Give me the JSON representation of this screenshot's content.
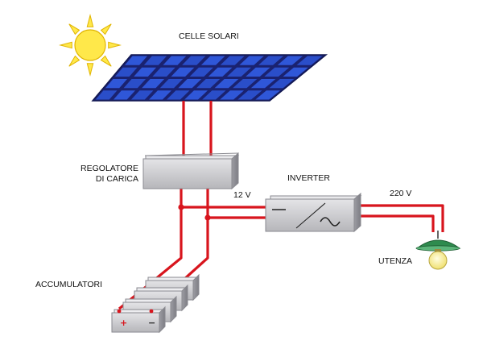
{
  "labels": {
    "solar_cells": "CELLE SOLARI",
    "charge_regulator_line1": "REGOLATORE",
    "charge_regulator_line2": "DI CARICA",
    "inverter": "INVERTER",
    "voltage_dc": "12 V",
    "voltage_ac": "220 V",
    "batteries": "ACCUMULATORI",
    "load": "UTENZA"
  },
  "battery_polarity": {
    "positive": "+",
    "negative": "−"
  },
  "colors": {
    "wire": "#d8151d",
    "sun_fill": "#ffe84a",
    "sun_stroke": "#e0b400",
    "panel_cell": "#2b4fd0",
    "panel_frame": "#1a2270",
    "box_fill": "#cfcfd2",
    "lamp_shade": "#2e8b4e",
    "bulb": "#fff4a0"
  },
  "icons": {
    "sun": "sun-icon",
    "solar_panel": "solar-panel-icon",
    "regulator": "charge-regulator-icon",
    "inverter": "inverter-icon",
    "battery": "battery-icon",
    "lamp": "lamp-icon"
  }
}
